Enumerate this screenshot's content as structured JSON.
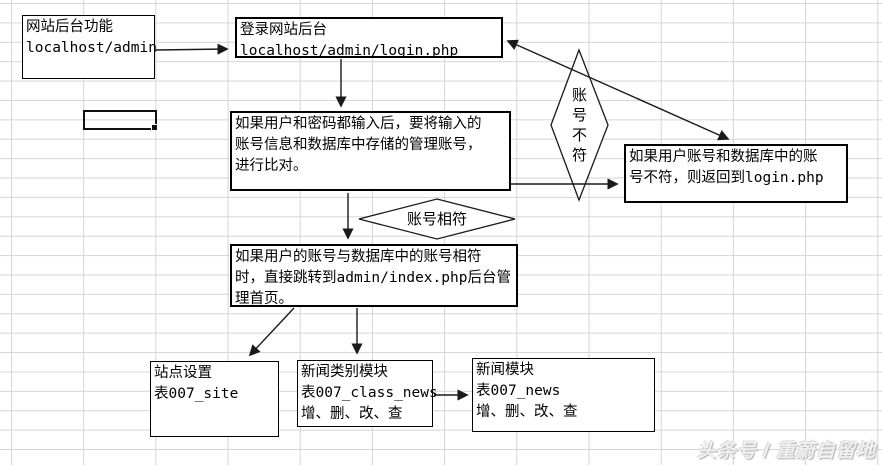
{
  "watermark": {
    "text": "头条号 / 重蔚自留地"
  },
  "colors": {
    "grid_line": "#d5d5d5",
    "shape_border": "#000000",
    "arrow": "#1a1a1a",
    "watermark": "#c9c9c9"
  },
  "nodes": {
    "start": {
      "lines": [
        "网站后台功能",
        "localhost/admin"
      ]
    },
    "login": {
      "lines": [
        "登录网站后台",
        "localhost/admin/login.php"
      ]
    },
    "input_check": {
      "lines": [
        "如果用户和密码都输入后，要将输入的",
        "账号信息和数据库中存储的管理账号，",
        "进行比对。"
      ]
    },
    "mismatch_diamond": {
      "label": "账号不符"
    },
    "mismatch_result": {
      "lines": [
        "如果用户账号和数据库中的账",
        "号不符，则返回到login.php"
      ]
    },
    "match_diamond": {
      "label": "账号相符"
    },
    "match_result": {
      "lines": [
        "如果用户的账号与数据库中的账号相符",
        "时，直接跳转到admin/index.php后台管",
        "理首页。"
      ]
    },
    "site": {
      "lines": [
        "站点设置",
        "表007_site"
      ]
    },
    "class_news": {
      "lines": [
        "新闻类别模块",
        "表007_class_news",
        "增、删、改、查"
      ]
    },
    "news": {
      "lines": [
        "新闻模块",
        "表007_news",
        "增、删、改、查"
      ]
    }
  }
}
